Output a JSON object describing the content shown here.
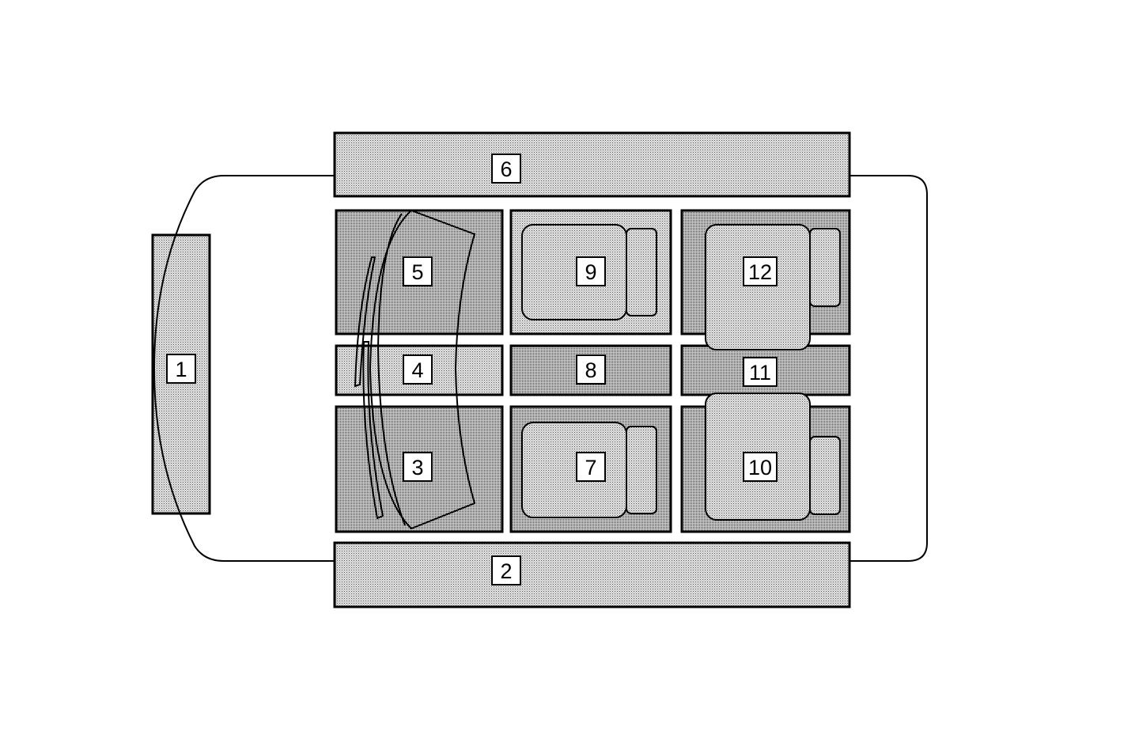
{
  "zones": [
    {
      "number": "1"
    },
    {
      "number": "2"
    },
    {
      "number": "3"
    },
    {
      "number": "4"
    },
    {
      "number": "5"
    },
    {
      "number": "6"
    },
    {
      "number": "7"
    },
    {
      "number": "8"
    },
    {
      "number": "9"
    },
    {
      "number": "10"
    },
    {
      "number": "11"
    },
    {
      "number": "12"
    }
  ],
  "colors": {
    "line": "#000000",
    "background": "#ffffff",
    "zone_fill": "#b8b8b8"
  }
}
